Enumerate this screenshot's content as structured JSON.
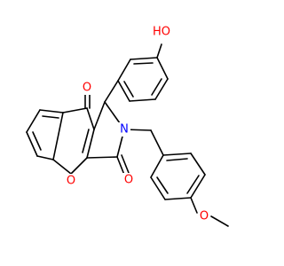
{
  "molecule": {
    "colors": {
      "bond": "#000000",
      "oxygen": "#ff0000",
      "nitrogen": "#0000ff",
      "background": "#ffffff"
    },
    "labels": {
      "hydroxyl": "HO",
      "ketone_o": "O",
      "ring_o": "O",
      "imide_o": "O",
      "nitrogen": "N",
      "ether_o": "O"
    }
  }
}
